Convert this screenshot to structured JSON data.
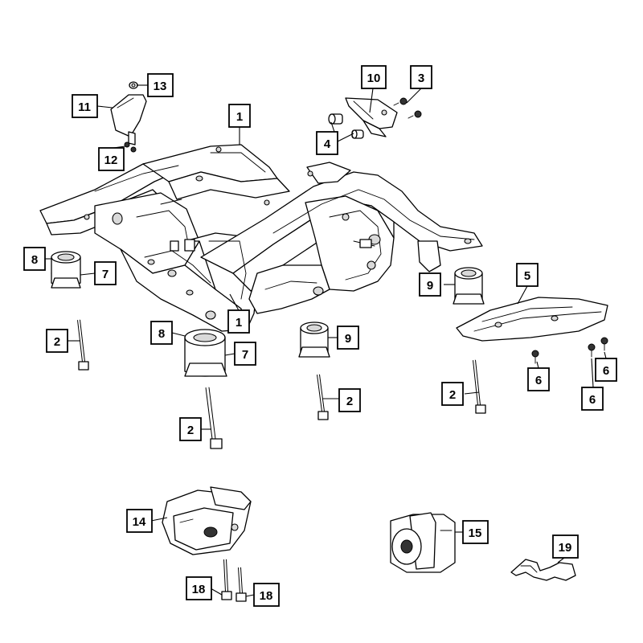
{
  "callouts": {
    "c1": "1",
    "c2a": "2",
    "c2b": "2",
    "c2c": "2",
    "c2d": "2",
    "c3": "3",
    "c4": "4",
    "c5": "5",
    "c6a": "6",
    "c6b": "6",
    "c6c": "6",
    "c7a": "7",
    "c7b": "7",
    "c8a": "8",
    "c8b": "8",
    "c9a": "9",
    "c9b": "9",
    "c10": "10",
    "c11": "11",
    "c12": "12",
    "c13": "13",
    "c14": "14",
    "c15": "15",
    "c18a": "18",
    "c18b": "18",
    "c19": "19"
  }
}
